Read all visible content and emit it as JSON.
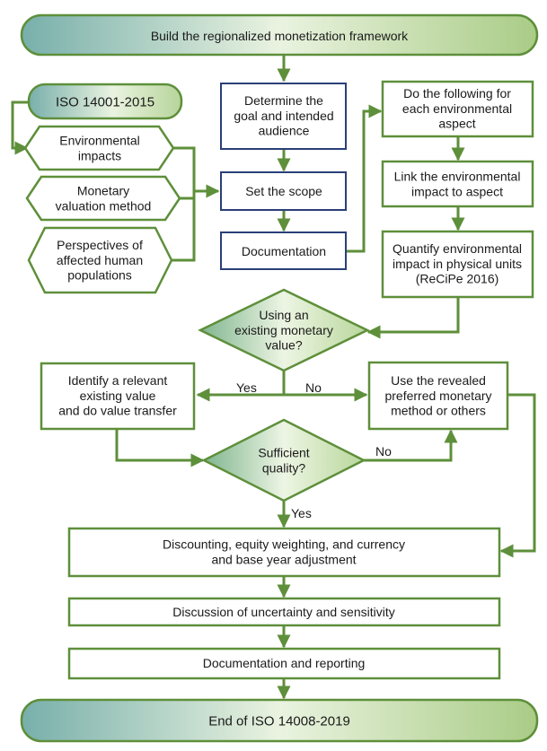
{
  "colors": {
    "green_stroke": "#5e8f3a",
    "navy_stroke": "#2a3f78",
    "gradient_teal": "#78afab",
    "gradient_light": "#eaf3e0",
    "gradient_green": "#a9cc86"
  },
  "nodes": {
    "start": [
      "Build the regionalized monetization framework"
    ],
    "iso": [
      "ISO 14001-2015"
    ],
    "env_impacts": [
      "Environmental",
      "impacts"
    ],
    "monetary_method": [
      "Monetary",
      "valuation method"
    ],
    "perspectives": [
      "Perspectives of",
      "affected human",
      "populations"
    ],
    "goal": [
      "Determine the",
      "goal and intended",
      "audience"
    ],
    "scope": [
      "Set the scope"
    ],
    "documentation": [
      "Documentation"
    ],
    "each_aspect": [
      "Do the following for",
      "each environmental",
      "aspect"
    ],
    "link_impact": [
      "Link the environmental",
      "impact to aspect"
    ],
    "quantify": [
      "Quantify environmental",
      "impact in physical units",
      "(ReCiPe 2016)"
    ],
    "decision_existing": [
      "Using an",
      "existing monetary",
      "value?"
    ],
    "identify_value": [
      "Identify a relevant",
      "existing value",
      "and do value transfer"
    ],
    "revealed_method": [
      "Use the revealed",
      "preferred monetary",
      "method or others"
    ],
    "decision_quality": [
      "Sufficient",
      "quality?"
    ],
    "discounting": [
      "Discounting, equity weighting, and currency",
      "and base year adjustment"
    ],
    "uncertainty": [
      "Discussion of uncertainty and sensitivity"
    ],
    "reporting": [
      "Documentation and reporting"
    ],
    "end": [
      "End of ISO 14008-2019"
    ]
  },
  "edge_labels": {
    "yes_existing": "Yes",
    "no_existing": "No",
    "no_quality": "No",
    "yes_quality": "Yes"
  }
}
